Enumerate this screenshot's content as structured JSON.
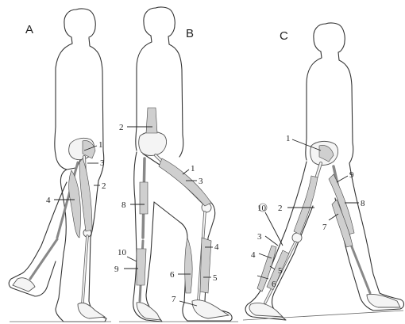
{
  "panels": [
    {
      "letter": "A",
      "callouts": [
        "1",
        "3",
        "2",
        "4"
      ]
    },
    {
      "letter": "B",
      "callouts": [
        "2",
        "1",
        "3",
        "8",
        "4",
        "10",
        "9",
        "6",
        "5",
        "7"
      ]
    },
    {
      "letter": "C",
      "callouts": [
        "1",
        "9",
        "8",
        "2",
        "7",
        "10",
        "3",
        "4",
        "5",
        "6"
      ]
    }
  ]
}
